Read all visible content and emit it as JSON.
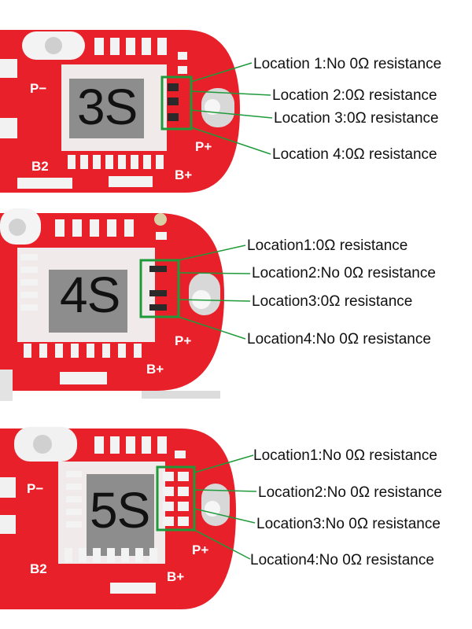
{
  "boards": [
    {
      "series": "3S",
      "silk": {
        "pminus": "P−",
        "pplus": "P+",
        "b2": "B2",
        "bplus": "B+"
      },
      "locations": [
        "Location 1:No 0Ω resistance",
        "Location 2:0Ω resistance",
        "Location 3:0Ω resistance",
        "Location 4:0Ω resistance"
      ]
    },
    {
      "series": "4S",
      "silk": {
        "pminus": "",
        "pplus": "P+",
        "b2": "",
        "bplus": "B+"
      },
      "locations": [
        "Location1:0Ω resistance",
        "Location2:No 0Ω resistance",
        "Location3:0Ω resistance",
        "Location4:No 0Ω resistance"
      ]
    },
    {
      "series": "5S",
      "silk": {
        "pminus": "P−",
        "pplus": "P+",
        "b2": "B2",
        "bplus": "B+"
      },
      "locations": [
        "Location1:No 0Ω resistance",
        "Location2:No 0Ω resistance",
        "Location3:No 0Ω resistance",
        "Location4:No 0Ω resistance"
      ]
    }
  ],
  "colors": {
    "pcb": "#e8202a",
    "highlight": "#1f9a3a",
    "chip": "#8d8d8d"
  }
}
